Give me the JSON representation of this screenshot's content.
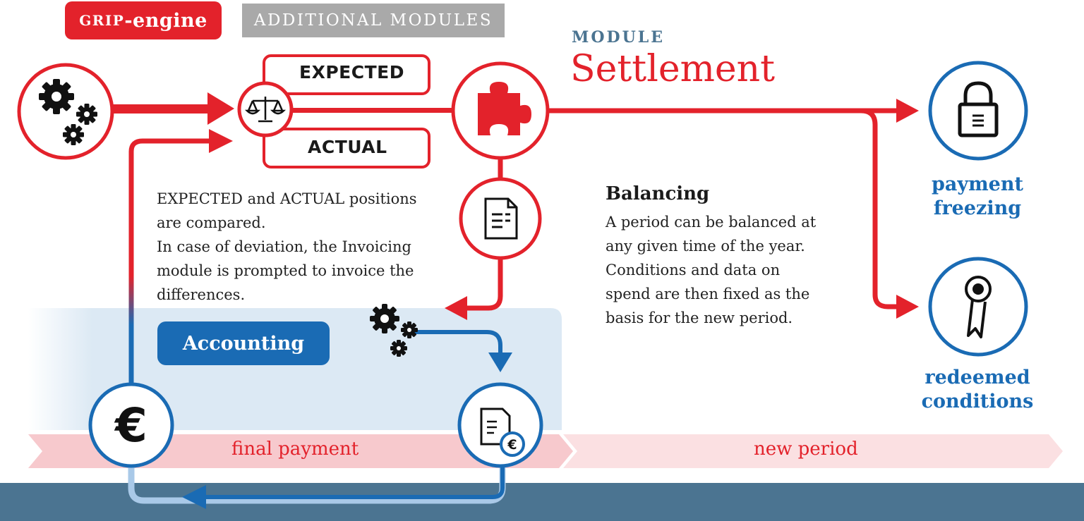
{
  "tabs": {
    "engine_prefix": "GRIP",
    "engine_suffix": "-engine",
    "modules": "ADDITIONAL MODULES"
  },
  "module": {
    "label": "MODULE",
    "name": "Settlement"
  },
  "boxes": {
    "expected": "EXPECTED",
    "actual": "ACTUAL"
  },
  "compare_text": [
    "EXPECTED and ACTUAL positions",
    "are compared.",
    "In case of deviation, the Invoicing",
    "module is prompted to invoice the",
    "differences."
  ],
  "balancing": {
    "title": "Balancing",
    "lines": [
      "A period can be balanced at",
      "any given time of the year.",
      "Conditions and data on",
      "spend are then fixed as the",
      "basis for the new period."
    ]
  },
  "outcomes": {
    "freezing": [
      "payment",
      "freezing"
    ],
    "redeemed": [
      "redeemed",
      "conditions"
    ]
  },
  "accounting": "Accounting",
  "timeline": {
    "final": "final payment",
    "new": "new period"
  },
  "euro_symbol": "€",
  "icons": [
    "gears-icon",
    "scales-icon",
    "puzzle-piece-icon",
    "document-icon",
    "padlock-icon",
    "ribbon-award-icon",
    "euro-icon",
    "invoice-euro-icon"
  ],
  "colors": {
    "red": "#e3222b",
    "blue": "#1a6bb4",
    "light_blue_panel": "#dce9f4",
    "timeline_pink": "#f7c9cd",
    "footer": "#4b7491",
    "gray_tab": "#a9a9a9"
  }
}
